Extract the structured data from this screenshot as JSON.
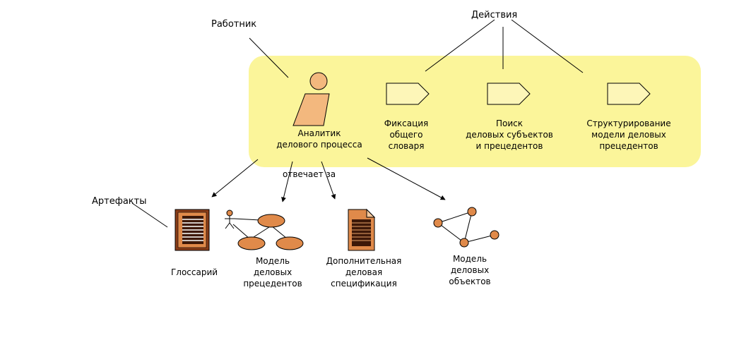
{
  "labels": {
    "worker": "Работник",
    "actions": "Действия",
    "artifacts": "Артефакты",
    "responsible_for": "отвечает за"
  },
  "actor": {
    "name": "Аналитик\nделового процесса",
    "icon": "business-worker-icon",
    "color": "#f3b87e"
  },
  "activities": [
    {
      "name": "Фиксация\nобщего\nсловаря",
      "icon": "activity-pentagon-icon"
    },
    {
      "name": "Поиск\nделовых субъектов\nи прецедентов",
      "icon": "activity-pentagon-icon"
    },
    {
      "name": "Структурирование\nмодели деловых\nпрецедентов",
      "icon": "activity-pentagon-icon"
    }
  ],
  "artifacts": [
    {
      "name": "Глоссарий",
      "icon": "glossary-document-icon"
    },
    {
      "name": "Модель\nделовых\nпрецедентов",
      "icon": "use-case-model-icon"
    },
    {
      "name": "Дополнительная\nделовая\nспецификация",
      "icon": "specification-document-icon"
    },
    {
      "name": "Модель\nделовых\nобъектов",
      "icon": "object-model-icon"
    }
  ],
  "colors": {
    "highlight": "#fbf59a",
    "activity_fill": "#fdf6b8",
    "artifact_fill": "#e08a4a",
    "stroke": "#000000"
  }
}
